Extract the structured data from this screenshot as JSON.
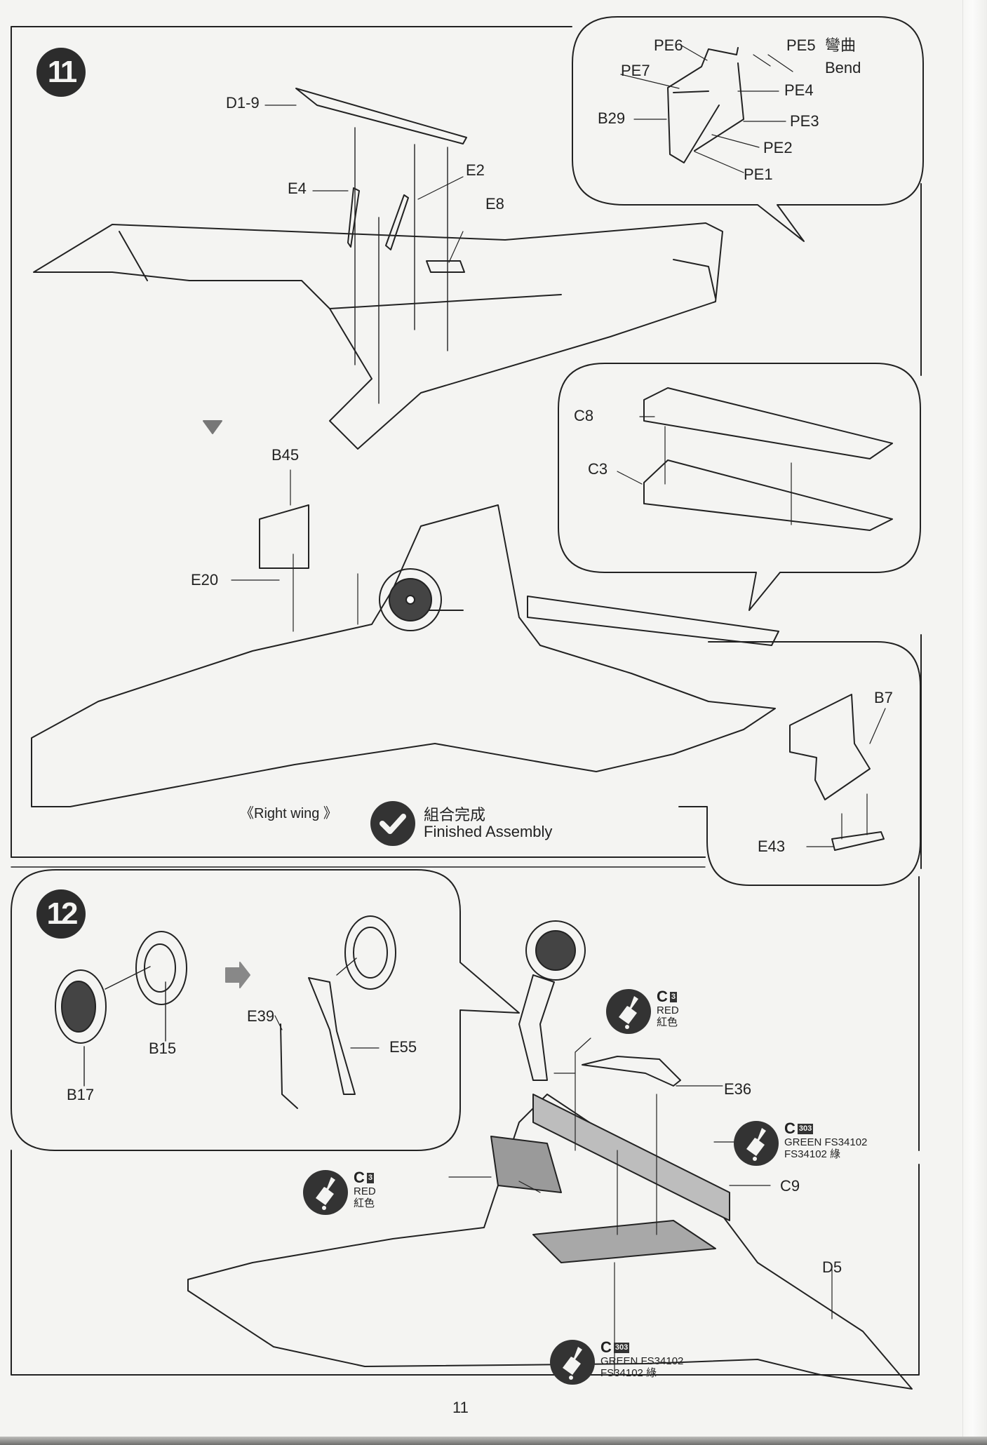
{
  "page_number": "11",
  "steps": [
    {
      "number": "11",
      "labels": {
        "d1_9": "D1-9",
        "e4": "E4",
        "e2": "E2",
        "e8": "E8",
        "b45": "B45",
        "e20": "E20"
      },
      "callout_photoetch": {
        "pe6": "PE6",
        "pe7": "PE7",
        "pe5": "PE5",
        "bend_cn": "彎曲",
        "bend_en": "Bend",
        "pe4": "PE4",
        "b29": "B29",
        "pe3": "PE3",
        "pe2": "PE2",
        "pe1": "PE1"
      },
      "callout_flap": {
        "c8": "C8",
        "c3": "C3"
      },
      "callout_door": {
        "b7": "B7",
        "e43": "E43"
      },
      "subassembly_caption": "《Right wing 》",
      "finished": {
        "cn": "組合完成",
        "en": "Finished Assembly"
      }
    },
    {
      "number": "12",
      "labels": {
        "b15": "B15",
        "b17": "B17",
        "e39": "E39",
        "e55": "E55",
        "e36": "E36",
        "c9": "C9",
        "d5": "D5"
      },
      "paints": [
        {
          "prefix": "C",
          "code": "3",
          "name_en": "RED",
          "name_cn": "紅色"
        },
        {
          "prefix": "C",
          "code": "303",
          "name_en": "GREEN FS34102",
          "name_cn": "FS34102 綠"
        },
        {
          "prefix": "C",
          "code": "3",
          "name_en": "RED",
          "name_cn": "紅色"
        },
        {
          "prefix": "C",
          "code": "303",
          "name_en": "GREEN FS34102",
          "name_cn": "FS34102 綠"
        }
      ]
    }
  ]
}
